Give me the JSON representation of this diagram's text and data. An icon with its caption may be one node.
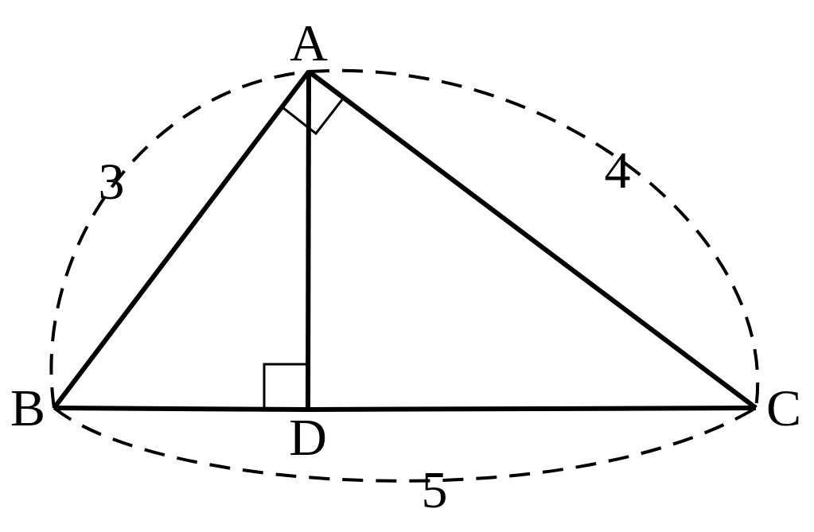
{
  "diagram": {
    "nodes": [
      {
        "text": [
          "A"
        ]
      },
      {
        "text": [
          "B"
        ]
      },
      {
        "text": [
          "C"
        ]
      },
      {
        "text": [
          "D"
        ]
      }
    ],
    "edges": [
      {
        "from": 0,
        "to": 1,
        "arrow": "none"
      },
      {
        "from": 0,
        "to": 2,
        "arrow": "none"
      },
      {
        "from": 0,
        "to": 3,
        "arrow": "none"
      },
      {
        "from": 1,
        "to": 3,
        "arrow": "none"
      },
      {
        "from": 3,
        "to": 2,
        "arrow": "none"
      }
    ],
    "labels": [
      "3",
      "4",
      "5"
    ]
  }
}
